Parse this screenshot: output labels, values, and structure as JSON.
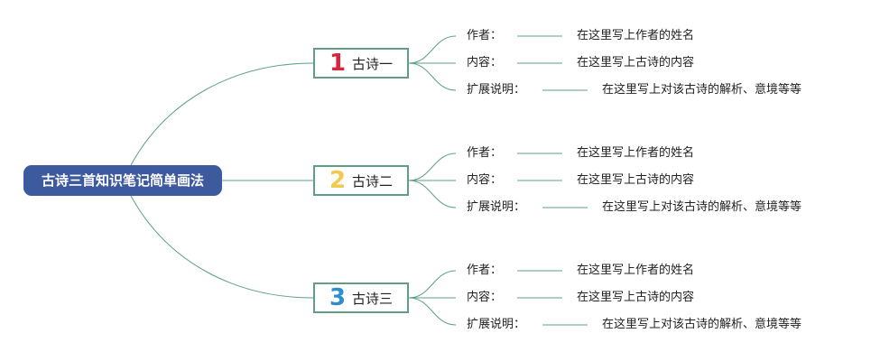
{
  "root": {
    "title": "古诗三首知识笔记简单画法"
  },
  "colors": {
    "root_bg": "#3d5a9e",
    "line": "#5f9f86",
    "num1": "#d7263d",
    "num2": "#f2c94c",
    "num3": "#2d8fd0"
  },
  "branches": [
    {
      "number": "1",
      "label": "古诗一",
      "leaves": [
        {
          "key": "作者：",
          "value": "在这里写上作者的姓名"
        },
        {
          "key": "内容：",
          "value": "在这里写上古诗的内容"
        },
        {
          "key": "扩展说明：",
          "value": "在这里写上对该古诗的解析、意境等等"
        }
      ]
    },
    {
      "number": "2",
      "label": "古诗二",
      "leaves": [
        {
          "key": "作者：",
          "value": "在这里写上作者的姓名"
        },
        {
          "key": "内容：",
          "value": "在这里写上古诗的内容"
        },
        {
          "key": "扩展说明：",
          "value": "在这里写上对该古诗的解析、意境等等"
        }
      ]
    },
    {
      "number": "3",
      "label": "古诗三",
      "leaves": [
        {
          "key": "作者：",
          "value": "在这里写上作者的姓名"
        },
        {
          "key": "内容：",
          "value": "在这里写上古诗的内容"
        },
        {
          "key": "扩展说明：",
          "value": "在这里写上对该古诗的解析、意境等等"
        }
      ]
    }
  ]
}
